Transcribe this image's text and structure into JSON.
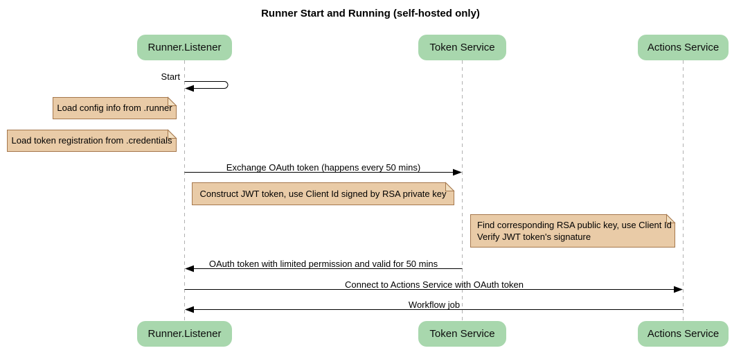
{
  "title": "Runner Start and Running (self-hosted only)",
  "participants": [
    {
      "name": "Runner.Listener"
    },
    {
      "name": "Token Service"
    },
    {
      "name": "Actions Service"
    }
  ],
  "messages": [
    {
      "label": "Start",
      "type": "self",
      "from": "Runner.Listener",
      "to": "Runner.Listener"
    },
    {
      "label": "Exchange OAuth token (happens every 50 mins)",
      "type": "solid-arrow",
      "from": "Runner.Listener",
      "to": "Token Service"
    },
    {
      "label": "OAuth token with limited permission and valid for 50 mins",
      "type": "solid-arrow",
      "from": "Token Service",
      "to": "Runner.Listener"
    },
    {
      "label": "Connect to Actions Service with OAuth token",
      "type": "solid-arrow",
      "from": "Runner.Listener",
      "to": "Actions Service"
    },
    {
      "label": "Workflow job",
      "type": "solid-arrow",
      "from": "Actions Service",
      "to": "Runner.Listener"
    }
  ],
  "notes": [
    {
      "position": "left of Runner.Listener",
      "lines": [
        "Load config info from .runner"
      ]
    },
    {
      "position": "left of Runner.Listener",
      "lines": [
        "Load token registration from .credentials"
      ]
    },
    {
      "position": "between Runner.Listener and Token Service",
      "lines": [
        "Construct JWT token, use Client Id signed by RSA private key"
      ]
    },
    {
      "position": "left of Actions Service",
      "lines": [
        "Find corresponding RSA public key, use Client Id",
        "Verify JWT token's signature"
      ]
    }
  ],
  "colors": {
    "background": "#ffffff",
    "participant_fill": "#a8d7ad",
    "note_fill": "#e9cba7",
    "note_fold_fill": "#f2e0c2",
    "note_border": "#a5774c",
    "lifeline": "#b0b0b0",
    "arrow": "#000000",
    "text": "#000000"
  }
}
